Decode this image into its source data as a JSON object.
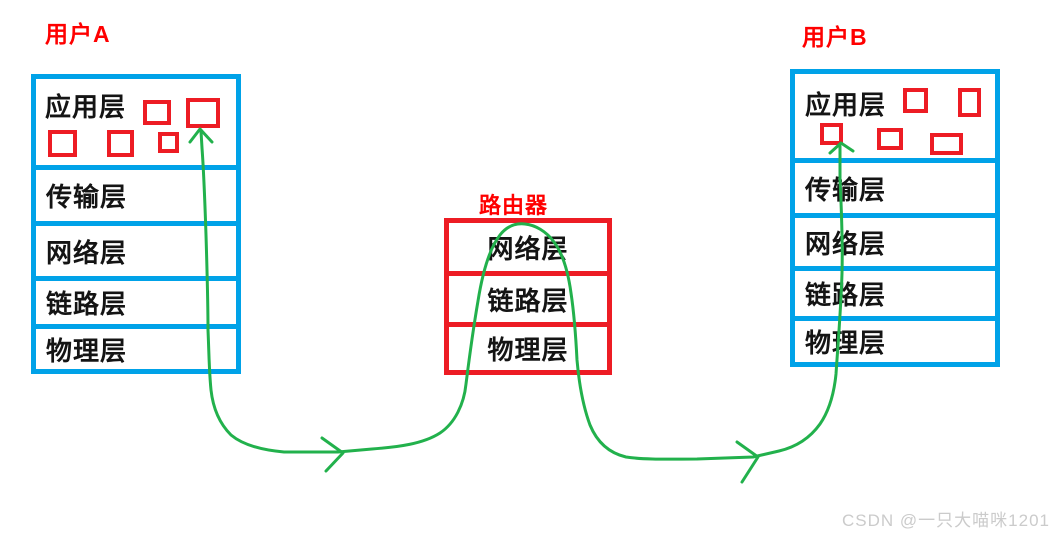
{
  "user_a": {
    "title": "用户A",
    "layers": [
      "应用层",
      "传输层",
      "网络层",
      "链路层",
      "物理层"
    ],
    "packet_count": 5
  },
  "router": {
    "title": "路由器",
    "layers": [
      "网络层",
      "链路层",
      "物理层"
    ]
  },
  "user_b": {
    "title": "用户B",
    "layers": [
      "应用层",
      "传输层",
      "网络层",
      "链路层",
      "物理层"
    ],
    "packet_count": 5
  },
  "watermark": "CSDN @一只大喵咪1201",
  "colors": {
    "host_stack_border": "#00A2E8",
    "router_stack_border": "#ED1C24",
    "packet_border": "#ED1C24",
    "flow_arrow": "#22B14C",
    "title_text": "#FF0000",
    "layer_text": "#141414",
    "watermark_text": "#CBCBCB"
  },
  "icons": {
    "flow_path": "hand-drawn-green-arrow-path",
    "packet": "red-outline-rectangle"
  }
}
